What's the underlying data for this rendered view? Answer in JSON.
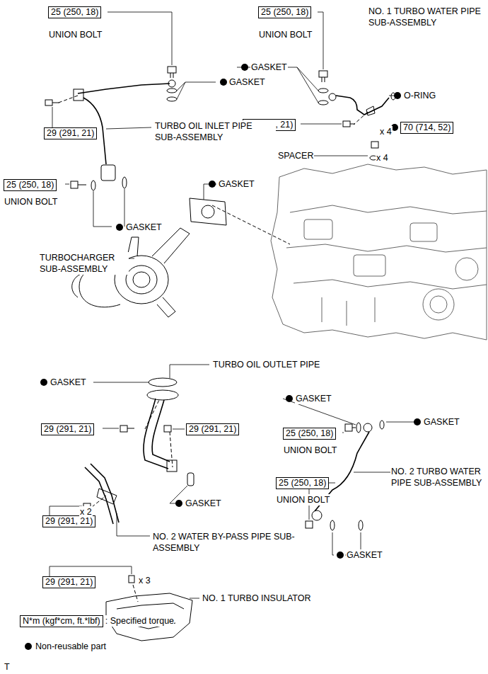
{
  "diagram": {
    "nodes": [
      {
        "text": [
          "25 (250, 18)"
        ]
      },
      {
        "text": [
          "25 (250, 18)"
        ]
      },
      {
        "text": [
          "29 (291, 21)"
        ]
      },
      {
        "text": [
          "29 (291, 21)"
        ]
      },
      {
        "text": [
          "70 (714, 52)"
        ]
      },
      {
        "text": [
          "25 (250, 18)"
        ]
      },
      {
        "text": [
          "29 (291, 21)"
        ]
      },
      {
        "text": [
          "29 (291, 21)"
        ]
      },
      {
        "text": [
          "29 (291, 21)"
        ]
      },
      {
        "text": [
          "29 (291, 21)"
        ]
      },
      {
        "text": [
          "25 (250, 18)"
        ]
      },
      {
        "text": [
          "25 (250, 18)"
        ]
      },
      {
        "text": [
          "N*m (kgf*cm, ft.*lbf)"
        ]
      }
    ],
    "labels": [
      "UNION BOLT",
      "GASKET",
      "TURBO OIL INLET PIPE SUB-ASSEMBLY",
      "UNION BOLT",
      "GASKET",
      "GASKET",
      "TURBOCHARGER SUB-ASSEMBLY",
      "UNION BOLT",
      "NO. 1 TURBO WATER PIPE SUB-ASSEMBLY",
      "GASKET",
      "O-RING",
      "x 4",
      "SPACER",
      "x 4",
      "TURBO OIL OUTLET PIPE",
      "GASKET",
      "x 2",
      "GASKET",
      "NO. 2 WATER BY-PASS PIPE SUB-ASSEMBLY",
      "x 3",
      "NO. 1 TURBO INSULATOR",
      "GASKET",
      "GASKET",
      "UNION BOLT",
      "NO. 2 TURBO WATER PIPE SUB-ASSEMBLY",
      "UNION BOLT",
      "GASKET",
      "T"
    ],
    "legend": [
      {
        "text": ": Specified torque"
      },
      {
        "text": "Non-reusable part"
      }
    ]
  }
}
